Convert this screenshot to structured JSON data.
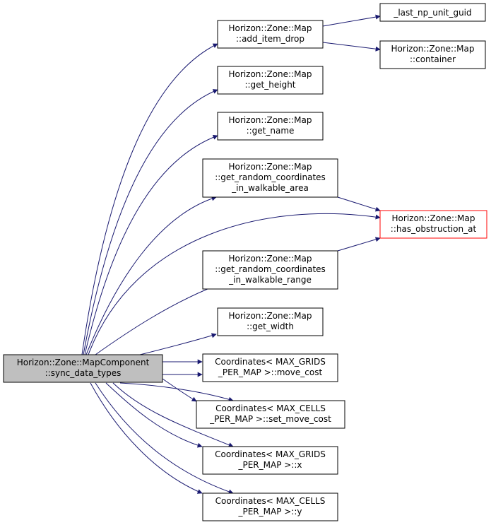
{
  "colors": {
    "edge": "#191970",
    "node_border": "#000000",
    "root_fill": "#bfbfbf",
    "highlight_border": "#ff0000",
    "background": "#ffffff"
  },
  "nodes": {
    "root": {
      "line1": "Horizon::Zone::MapComponent",
      "line2": "::sync_data_types"
    },
    "add_item_drop": {
      "line1": "Horizon::Zone::Map",
      "line2": "::add_item_drop"
    },
    "last_np_unit_guid": {
      "line1": "_last_np_unit_guid"
    },
    "container": {
      "line1": "Horizon::Zone::Map",
      "line2": "::container"
    },
    "get_height": {
      "line1": "Horizon::Zone::Map",
      "line2": "::get_height"
    },
    "get_name": {
      "line1": "Horizon::Zone::Map",
      "line2": "::get_name"
    },
    "get_random_area": {
      "line1": "Horizon::Zone::Map",
      "line2": "::get_random_coordinates",
      "line3": "_in_walkable_area"
    },
    "has_obstruction_at": {
      "line1": "Horizon::Zone::Map",
      "line2": "::has_obstruction_at"
    },
    "get_random_range": {
      "line1": "Horizon::Zone::Map",
      "line2": "::get_random_coordinates",
      "line3": "_in_walkable_range"
    },
    "get_width": {
      "line1": "Horizon::Zone::Map",
      "line2": "::get_width"
    },
    "move_cost": {
      "line1": "Coordinates< MAX_GRIDS",
      "line2": "_PER_MAP >::move_cost"
    },
    "set_move_cost": {
      "line1": "Coordinates< MAX_CELLS",
      "line2": "_PER_MAP >::set_move_cost"
    },
    "coord_x": {
      "line1": "Coordinates< MAX_GRIDS",
      "line2": "_PER_MAP >::x"
    },
    "coord_y": {
      "line1": "Coordinates< MAX_CELLS",
      "line2": "_PER_MAP >::y"
    }
  }
}
